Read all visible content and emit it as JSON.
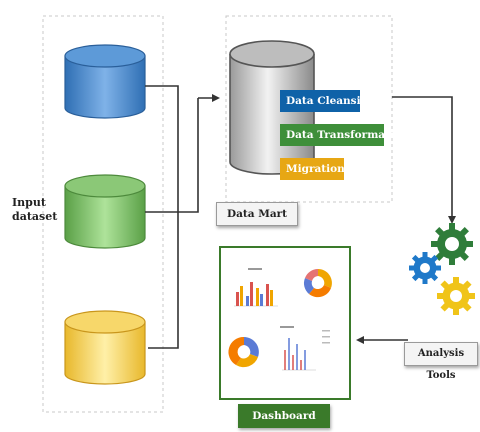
{
  "input": {
    "label_line1": "Input",
    "label_line2": "dataset"
  },
  "datamart": {
    "label": "Data Mart",
    "steps": [
      "Data Cleansing",
      "Data Transformation",
      "Migration"
    ]
  },
  "analysis": {
    "label": "Analysis Tools"
  },
  "dashboard": {
    "label": "Dashboard"
  },
  "colors": {
    "db_blue": "#4a86c8",
    "db_green": "#6fb35a",
    "db_yellow": "#f2c94c",
    "step_blue": "#0f62a8",
    "step_green": "#3e8f3a",
    "step_orange": "#e7a714",
    "dashboard_green": "#3a7a2a"
  }
}
